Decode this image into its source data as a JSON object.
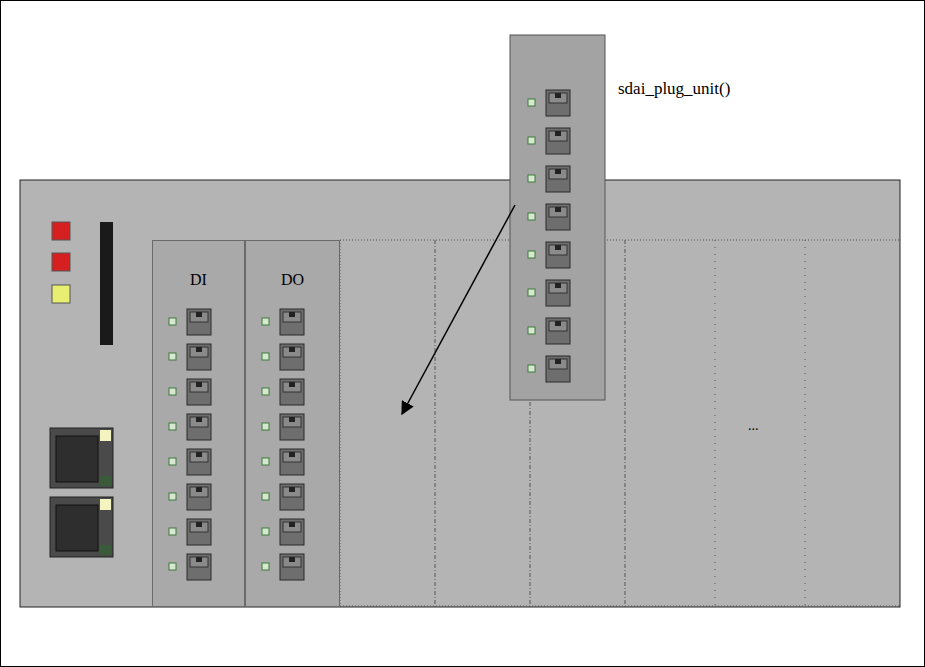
{
  "diagram": {
    "nodes": [
      {
        "text": [
          "DI"
        ]
      },
      {
        "text": [
          "DO"
        ]
      }
    ],
    "labels": [
      "sdai_plug_unit()",
      "..."
    ]
  }
}
